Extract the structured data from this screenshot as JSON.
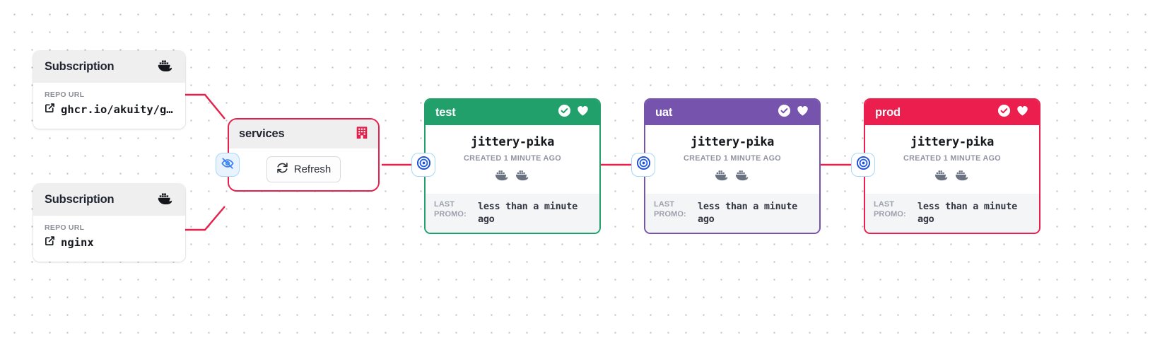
{
  "canvas": {
    "background_color": "#ffffff",
    "dot_color": "#b9bcc4"
  },
  "subscriptions": [
    {
      "title": "Subscription",
      "icon": "docker-icon",
      "field_label": "REPO URL",
      "url": "ghcr.io/akuity/g…",
      "link_icon": "external-link-icon"
    },
    {
      "title": "Subscription",
      "icon": "docker-icon",
      "field_label": "REPO URL",
      "url": "nginx",
      "link_icon": "external-link-icon"
    }
  ],
  "warehouse": {
    "title": "services",
    "icon": "warehouse-building-icon",
    "border_color": "#e5214b",
    "refresh_label": "Refresh",
    "refresh_icon": "refresh-icon",
    "hidden_badge_icon": "eye-off-icon"
  },
  "stages": [
    {
      "name": "test",
      "color": "#22a06b",
      "header_icons": [
        "check-circle-icon",
        "heart-icon"
      ],
      "freight_name": "jittery-pika",
      "created_text": "CREATED 1 MINUTE AGO",
      "artifact_icons": [
        "docker-icon",
        "docker-icon"
      ],
      "footer_label": "LAST PROMO:",
      "footer_value": "less than a minute ago",
      "badge_icon": "target-icon"
    },
    {
      "name": "uat",
      "color": "#7654ae",
      "header_icons": [
        "check-circle-icon",
        "heart-icon"
      ],
      "freight_name": "jittery-pika",
      "created_text": "CREATED 1 MINUTE AGO",
      "artifact_icons": [
        "docker-icon",
        "docker-icon"
      ],
      "footer_label": "LAST PROMO:",
      "footer_value": "less than a minute ago",
      "badge_icon": "target-icon"
    },
    {
      "name": "prod",
      "color": "#ec1e4e",
      "header_icons": [
        "check-circle-icon",
        "heart-icon"
      ],
      "freight_name": "jittery-pika",
      "created_text": "CREATED 1 MINUTE AGO",
      "artifact_icons": [
        "docker-icon",
        "docker-icon"
      ],
      "footer_label": "LAST PROMO:",
      "footer_value": "less than a minute ago",
      "badge_icon": "target-icon"
    }
  ],
  "edges": {
    "color": "#e5214b"
  }
}
